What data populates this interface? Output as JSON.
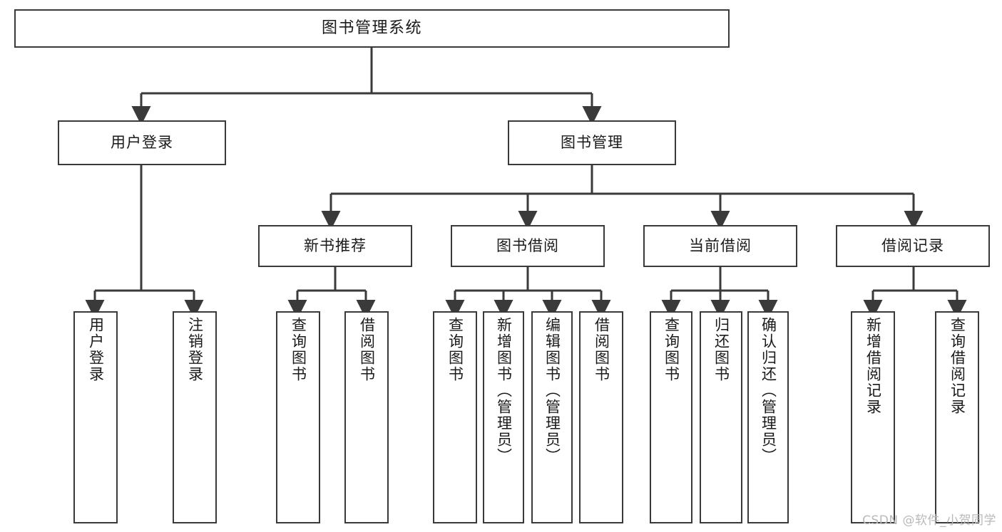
{
  "diagram": {
    "title": "图书管理系统",
    "type": "tree-hierarchy-chart",
    "line_color": "#3a3a3a",
    "box_fill": "#ffffff",
    "text_color": "#1a1a1a"
  },
  "nodes": {
    "root": {
      "label": "图书管理系统"
    },
    "level2": [
      {
        "id": "user-login",
        "label": "用户登录"
      },
      {
        "id": "book-manage",
        "label": "图书管理"
      }
    ],
    "level3": [
      {
        "id": "new-book-rec",
        "label": "新书推荐"
      },
      {
        "id": "book-borrow",
        "label": "图书借阅"
      },
      {
        "id": "current-borrow",
        "label": "当前借阅"
      },
      {
        "id": "borrow-record",
        "label": "借阅记录"
      }
    ],
    "leaves": {
      "user-login": [
        {
          "id": "leaf-user-login",
          "label": "用户登录"
        },
        {
          "id": "leaf-logout",
          "label": "注销登录"
        }
      ],
      "new-book-rec": [
        {
          "id": "leaf-query-book-1",
          "label": "查询图书"
        },
        {
          "id": "leaf-borrow-book-1",
          "label": "借阅图书"
        }
      ],
      "book-borrow": [
        {
          "id": "leaf-query-book-2",
          "label": "查询图书"
        },
        {
          "id": "leaf-add-book",
          "label": "新增图书（管理员）"
        },
        {
          "id": "leaf-edit-book",
          "label": "编辑图书（管理员）"
        },
        {
          "id": "leaf-borrow-book-2",
          "label": "借阅图书"
        }
      ],
      "current-borrow": [
        {
          "id": "leaf-query-book-3",
          "label": "查询图书"
        },
        {
          "id": "leaf-return-book",
          "label": "归还图书"
        },
        {
          "id": "leaf-confirm-return",
          "label": "确认归还（管理员）"
        }
      ],
      "borrow-record": [
        {
          "id": "leaf-add-record",
          "label": "新增借阅记录"
        },
        {
          "id": "leaf-query-record",
          "label": "查询借阅记录"
        }
      ]
    }
  },
  "watermark": {
    "text": "CSDN @软件_小贺同学"
  }
}
